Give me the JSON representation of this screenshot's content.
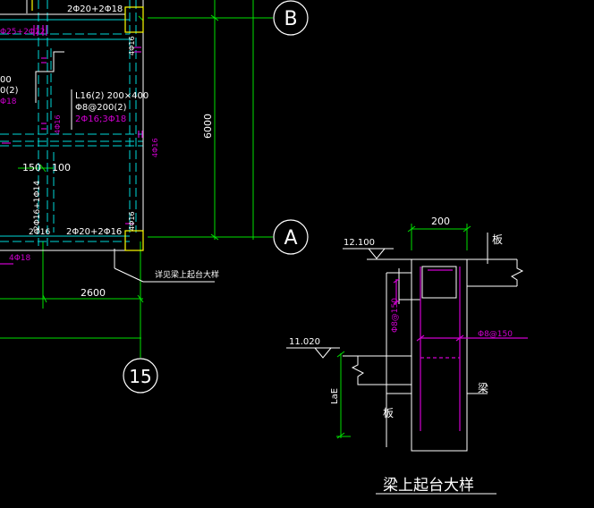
{
  "colors": {
    "background": "#000000",
    "structure": "#ffffff",
    "dimension": "#00e000",
    "rebar": "#d000d0",
    "axis": "#00d8d8",
    "highlight": "#ffff00"
  },
  "axes": {
    "b": "B",
    "a": "A",
    "n15": "15"
  },
  "plan": {
    "top_beam_rebar": "2Φ20+2Φ18",
    "left_rebar": "Φ25+2Φ22",
    "cut_00": "00",
    "cut_02": "0(2)",
    "cut_18": "Φ18",
    "l16_spec": "L16(2) 200×400",
    "l16_stirrup": "Φ8@200(2)",
    "l16_bars": "2Φ16;3Φ18",
    "col_4phi16_top": "4Φ16",
    "col_4phi16_mid": "4Φ16",
    "col_4phi16_right": "4Φ16",
    "col_4phi16_bottom": "4Φ16",
    "dim_150": "150",
    "dim_100": "100",
    "dim_6000": "6000",
    "dim_2600": "2600",
    "left_vertical": "2Φ16+1Φ14",
    "bottom_beam_rebar1": "2Φ16",
    "bottom_beam_rebar2": "2Φ20+2Φ16",
    "bottom_left": "4Φ18",
    "callout": "详见梁上起台大样"
  },
  "detail": {
    "dim_200": "200",
    "elev_top": "12.100",
    "elev_bottom": "11.020",
    "label_slab_top": "板",
    "label_slab_bottom": "板",
    "label_beam": "梁",
    "stirrup_vertical": "Φ8@150",
    "stirrup_horizontal": "Φ8@150",
    "lae": "LaE",
    "title": "梁上起台大样"
  }
}
